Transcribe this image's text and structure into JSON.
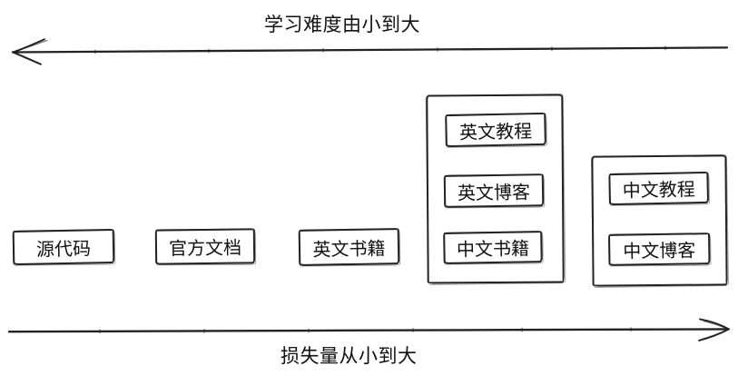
{
  "axes": {
    "top": {
      "label": "学习难度由小到大",
      "arrow_direction": "left"
    },
    "bottom": {
      "label": "损失量从小到大",
      "arrow_direction": "right"
    }
  },
  "standalone_boxes": [
    {
      "id": "source-code",
      "label": "源代码"
    },
    {
      "id": "official-docs",
      "label": "官方文档"
    },
    {
      "id": "english-books",
      "label": "英文书籍"
    }
  ],
  "groups": [
    {
      "id": "group-middle",
      "items": [
        {
          "label": "英文教程"
        },
        {
          "label": "英文博客"
        },
        {
          "label": "中文书籍"
        }
      ]
    },
    {
      "id": "group-right",
      "items": [
        {
          "label": "中文教程"
        },
        {
          "label": "中文博客"
        }
      ]
    }
  ],
  "colors": {
    "stroke": "#232323",
    "text": "#111111",
    "background": "#ffffff"
  }
}
